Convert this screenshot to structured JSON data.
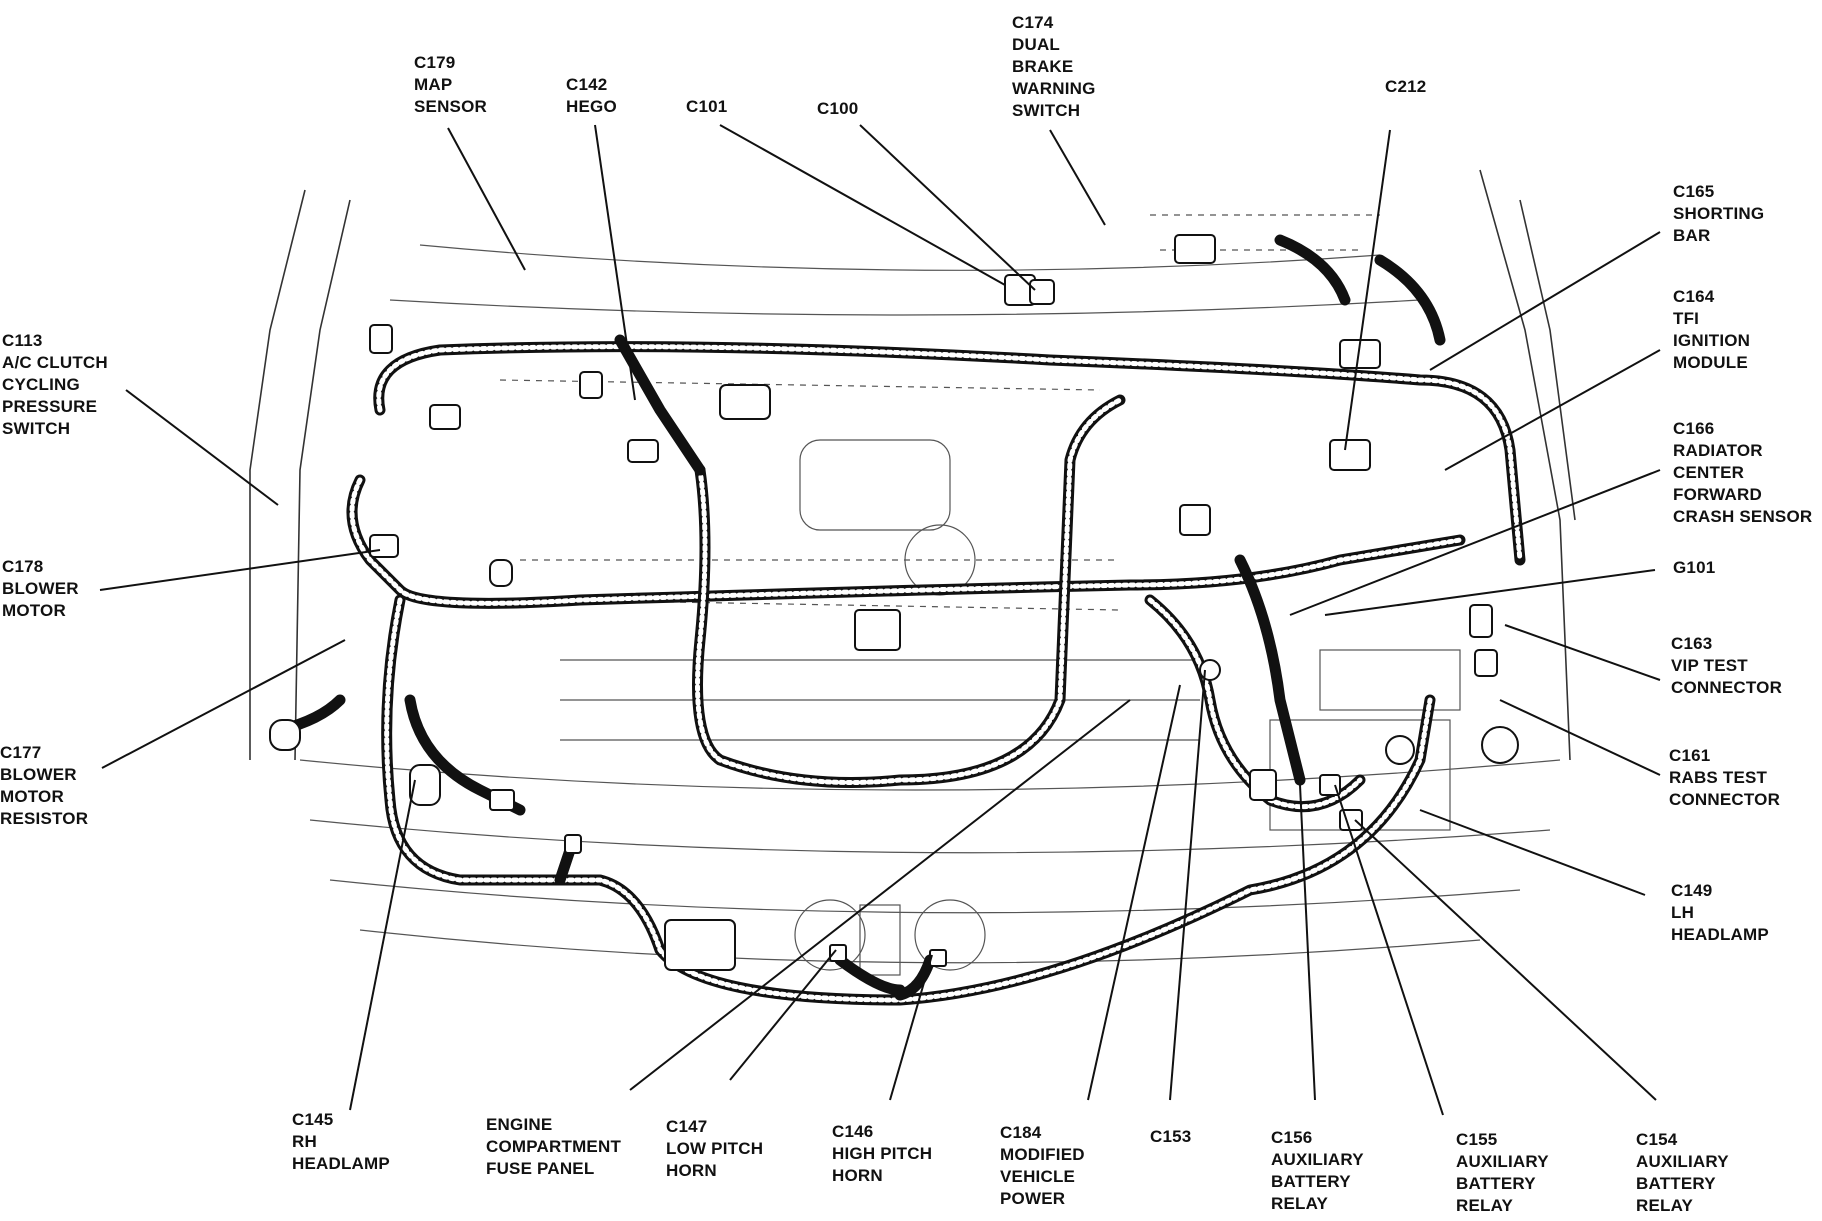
{
  "labels": {
    "c179": [
      "C179",
      "MAP",
      "SENSOR"
    ],
    "c142": [
      "C142",
      "HEGO"
    ],
    "c101": [
      "C101"
    ],
    "c100": [
      "C100"
    ],
    "c174": [
      "C174",
      "DUAL",
      "BRAKE",
      "WARNING",
      "SWITCH"
    ],
    "c212": [
      "C212"
    ],
    "c165": [
      "C165",
      "SHORTING",
      "BAR"
    ],
    "c164": [
      "C164",
      "TFI",
      "IGNITION",
      "MODULE"
    ],
    "c166": [
      "C166",
      "RADIATOR",
      "CENTER",
      "FORWARD",
      "CRASH SENSOR"
    ],
    "g101": [
      "G101"
    ],
    "c163": [
      "C163",
      "VIP TEST",
      "CONNECTOR"
    ],
    "c161": [
      "C161",
      "RABS TEST",
      "CONNECTOR"
    ],
    "c149": [
      "C149",
      "LH",
      "HEADLAMP"
    ],
    "c113": [
      "C113",
      "A/C CLUTCH",
      "CYCLING",
      "PRESSURE",
      "SWITCH"
    ],
    "c178": [
      "C178",
      "BLOWER",
      "MOTOR"
    ],
    "c177": [
      "C177",
      "BLOWER",
      "MOTOR",
      "RESISTOR"
    ],
    "c145": [
      "C145",
      "RH",
      "HEADLAMP"
    ],
    "efp": [
      "ENGINE",
      "COMPARTMENT",
      "FUSE PANEL"
    ],
    "c147": [
      "C147",
      "LOW PITCH",
      "HORN"
    ],
    "c146": [
      "C146",
      "HIGH PITCH",
      "HORN"
    ],
    "c184": [
      "C184",
      "MODIFIED",
      "VEHICLE",
      "POWER"
    ],
    "c153": [
      "C153"
    ],
    "c156": [
      "C156",
      "AUXILIARY",
      "BATTERY",
      "RELAY"
    ],
    "c155": [
      "C155",
      "AUXILIARY",
      "BATTERY",
      "RELAY"
    ],
    "c154": [
      "C154",
      "AUXILIARY",
      "BATTERY",
      "RELAY"
    ]
  }
}
